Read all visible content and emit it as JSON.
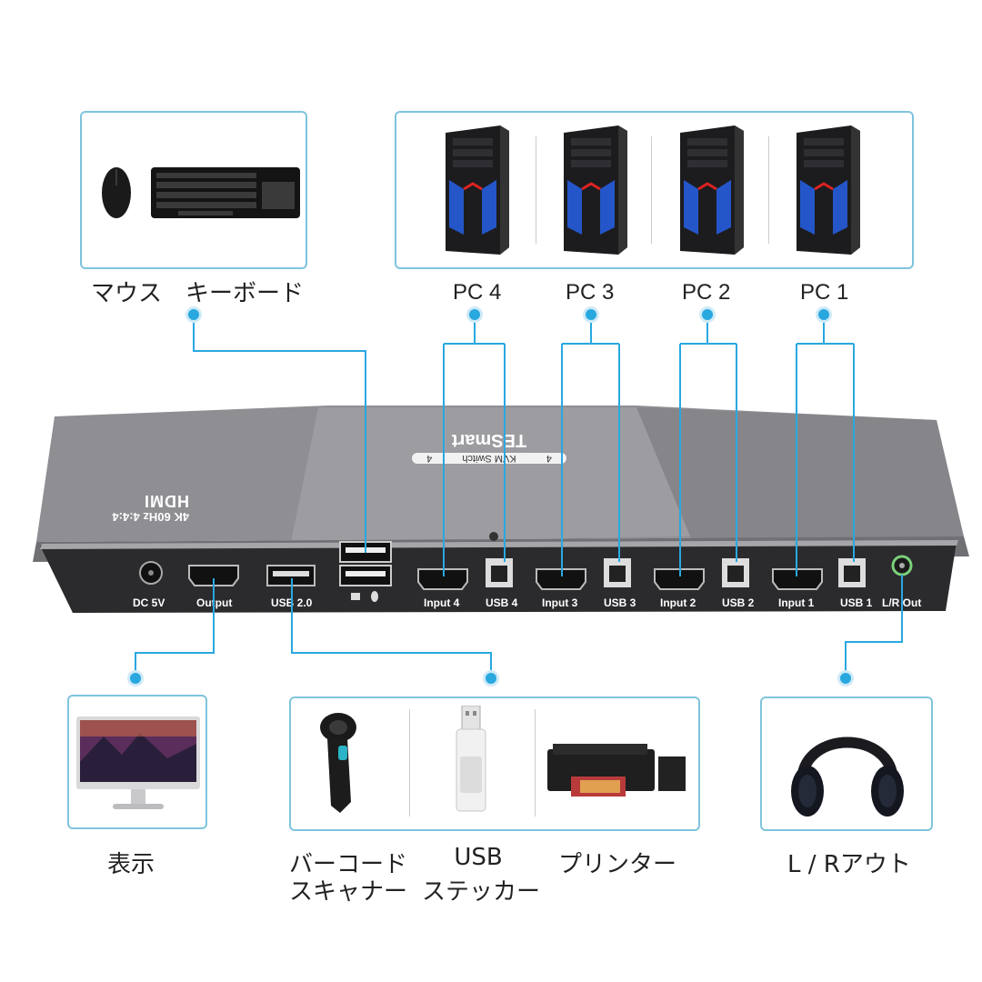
{
  "peripherals": {
    "mouse_keyboard_label": "マウス　キーボード",
    "display_label": "表示",
    "barcode_label_line1": "バーコード",
    "barcode_label_line2": "スキャナー",
    "usb_label_line1": "USB",
    "usb_label_line2": "ステッカー",
    "printer_label": "プリンター",
    "audio_label": "L / Rアウト"
  },
  "pcs": [
    "PC 4",
    "PC 3",
    "PC 2",
    "PC 1"
  ],
  "device": {
    "brand": "TESmart",
    "model": "KVM Switch",
    "badge_num": "4",
    "hdmi_logo": "HDMI",
    "spec": "4K 60Hz 4:4:4",
    "ports": {
      "dc": "DC 5V",
      "output": "Output",
      "usb20": "USB 2.0",
      "input4": "Input 4",
      "usb4": "USB 4",
      "input3": "Input 3",
      "usb3": "USB 3",
      "input2": "Input 2",
      "usb2": "USB 2",
      "input1": "Input 1",
      "usb1": "USB 1",
      "lr": "L/R Out"
    }
  },
  "colors": {
    "accent": "#29a8e0",
    "panel_border": "#7fc4dc",
    "device_body": "#8e8e93",
    "device_face": "#2b2b2e"
  }
}
